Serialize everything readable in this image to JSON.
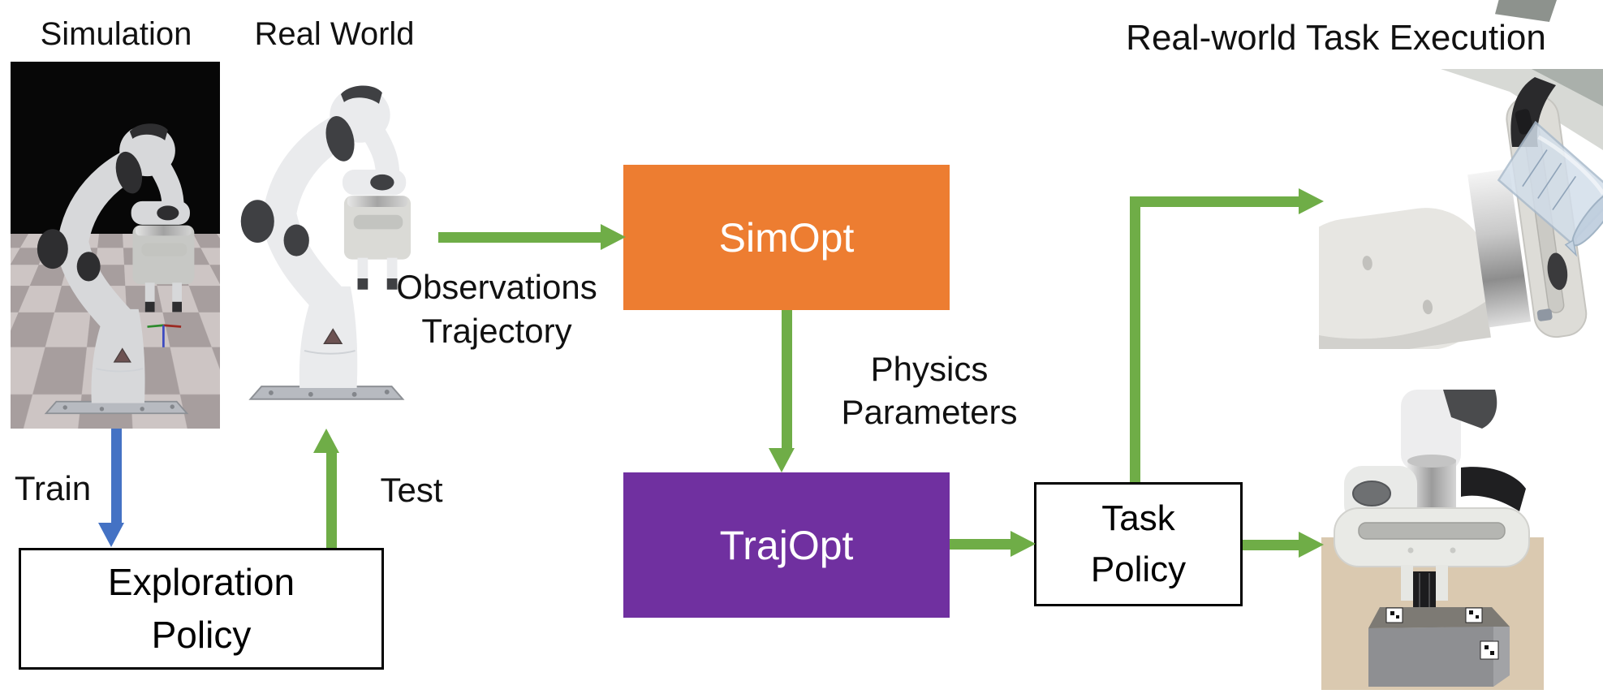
{
  "titles": {
    "simulation": "Simulation",
    "real_world": "Real World",
    "task_execution": "Real-world Task Execution"
  },
  "boxes": {
    "simopt": {
      "label": "SimOpt",
      "fill": "#ED7D31",
      "text_color": "#FFFFFF"
    },
    "trajopt": {
      "label": "TrajOpt",
      "fill": "#7030A0",
      "text_color": "#FFFFFF"
    },
    "task_policy": {
      "line1": "Task",
      "line2": "Policy"
    },
    "exploration_policy": {
      "line1": "Exploration",
      "line2": "Policy"
    }
  },
  "edge_labels": {
    "observations": "Observations",
    "trajectory": "Trajectory",
    "physics": "Physics",
    "parameters": "Parameters",
    "train": "Train",
    "test": "Test"
  },
  "colors": {
    "arrow_green": "#6FAD47",
    "arrow_blue": "#4472C4",
    "simopt_orange": "#ED7D31",
    "trajopt_purple": "#7030A0"
  }
}
